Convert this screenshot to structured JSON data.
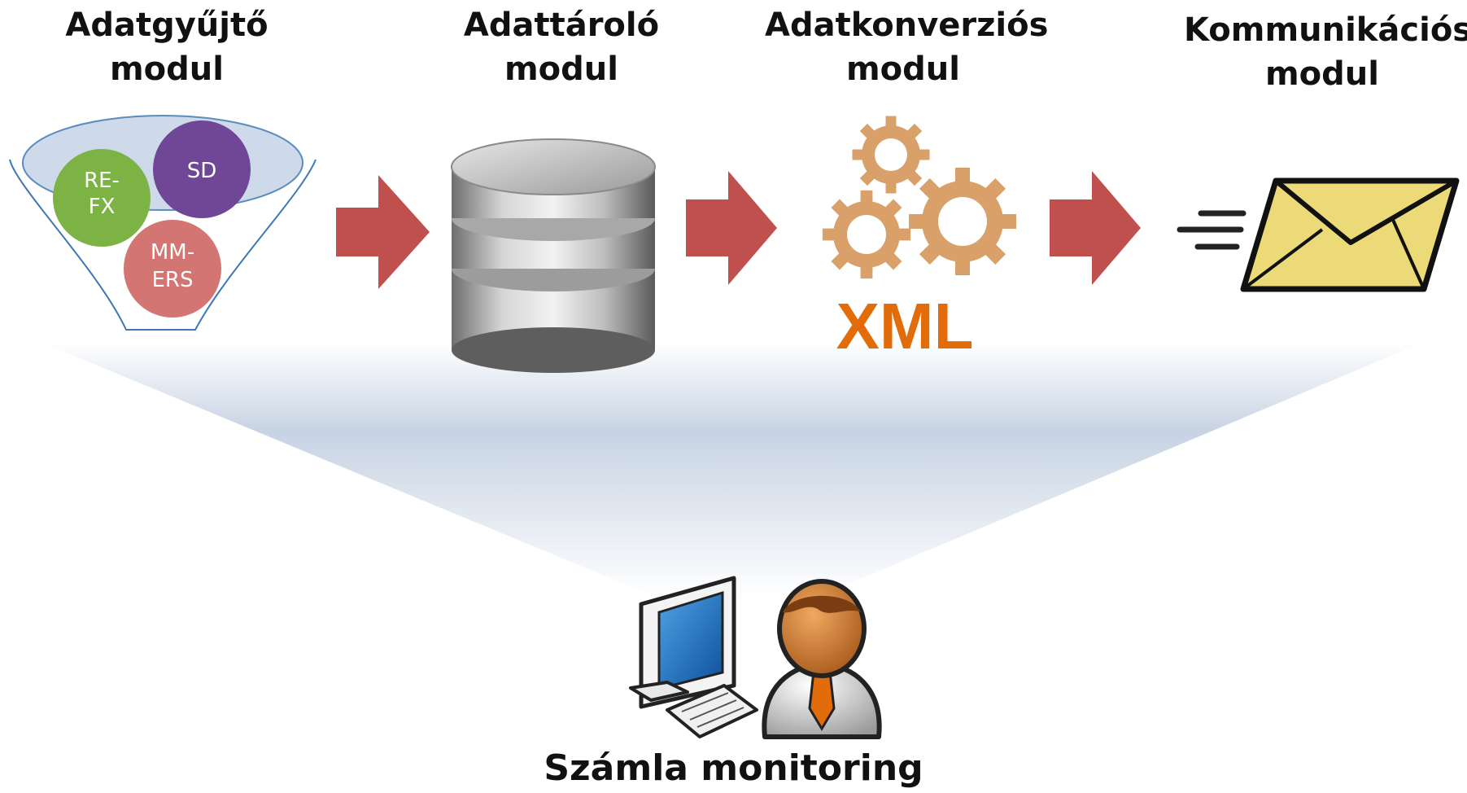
{
  "modules": [
    {
      "title_line1": "Adatgyűjtő",
      "title_line2": "modul"
    },
    {
      "title_line1": "Adattároló",
      "title_line2": "modul"
    },
    {
      "title_line1": "Adatkonverziós",
      "title_line2": "modul"
    },
    {
      "title_line1": "Kommunikációs",
      "title_line2": "modul"
    }
  ],
  "funnel_sources": [
    {
      "line1": "RE-",
      "line2": "FX",
      "color": "#7db244"
    },
    {
      "line1": "SD",
      "line2": "",
      "color": "#6f4796"
    },
    {
      "line1": "MM-",
      "line2": "ERS",
      "color": "#d27573"
    }
  ],
  "conversion_label": "XML",
  "monitor_caption": "Számla monitoring",
  "colors": {
    "arrow": "#c0504d",
    "gear": "#d9a06a",
    "xml_text": "#e36c0a",
    "envelope": "#ecd977",
    "beam": "#c7d3e3"
  },
  "icons": [
    "funnel-icon",
    "database-icon",
    "gears-icon",
    "envelope-icon",
    "computer-icon",
    "user-icon"
  ]
}
